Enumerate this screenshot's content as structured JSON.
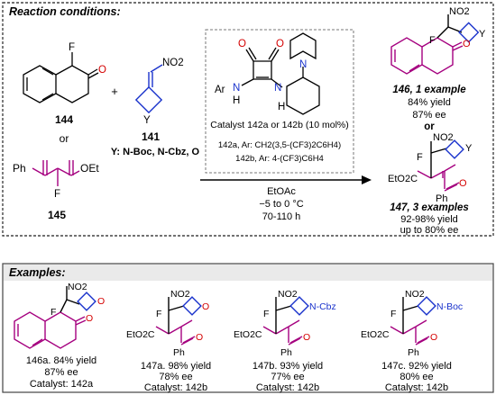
{
  "reaction": {
    "header": "Reaction conditions:",
    "sub144": {
      "label": "144",
      "F": "F",
      "O": "O"
    },
    "or1": "or",
    "plus": "+",
    "nitroalkene": {
      "label": "141",
      "no2": "NO2",
      "Y": "Y",
      "y_def": "Y: N-Boc, N-Cbz, O"
    },
    "sub145": {
      "label": "145",
      "Ph": "Ph",
      "OEt": "OEt",
      "F": "F"
    },
    "catalyst": {
      "Ar": "Ar",
      "N1": "N",
      "H1": "H",
      "N2": "N",
      "H2": "H",
      "N3": "N",
      "caption": "Catalyst 142a or 142b (10 mol%)",
      "line_a": "142a, Ar: CH2(3,5-(CF3)2C6H4)",
      "line_b": "142b, Ar: 4-(CF3)C6H4"
    },
    "conditions": {
      "solvent": "EtOAc",
      "temp": "−5 to 0 °C",
      "time": "70-110 h"
    },
    "prod146": {
      "label": "146, 1 example",
      "yield": "84% yield",
      "ee": "87% ee",
      "Y": "Y",
      "F": "F",
      "no2": "NO2"
    },
    "or2": "or",
    "prod147": {
      "label": "147, 3 examples",
      "yield": "92-98% yield",
      "ee": "up to 80% ee",
      "EtO2C": "EtO2C",
      "Ph": "Ph",
      "Y": "Y",
      "F": "F",
      "no2": "NO2"
    }
  },
  "examples": {
    "header": "Examples:",
    "items": [
      {
        "id": "146a",
        "line1": "146a. 84% yield",
        "line2": "87% ee",
        "line3": "Catalyst: 142a",
        "hetero": "O"
      },
      {
        "id": "147a",
        "line1": "147a. 98% yield",
        "line2": "78% ee",
        "line3": "Catalyst: 142b",
        "hetero": "O"
      },
      {
        "id": "147b",
        "line1": "147b. 93% yield",
        "line2": "77% ee",
        "line3": "Catalyst: 142b",
        "hetero": "N-Cbz"
      },
      {
        "id": "147c",
        "line1": "147c. 92% yield",
        "line2": "80% ee",
        "line3": "Catalyst: 142b",
        "hetero": "N-Boc"
      }
    ]
  },
  "colors": {
    "purple": "#a5007f",
    "blue": "#1a33cc",
    "red": "#d40000",
    "box": "#444444",
    "header_bg": "#eaeaea"
  }
}
